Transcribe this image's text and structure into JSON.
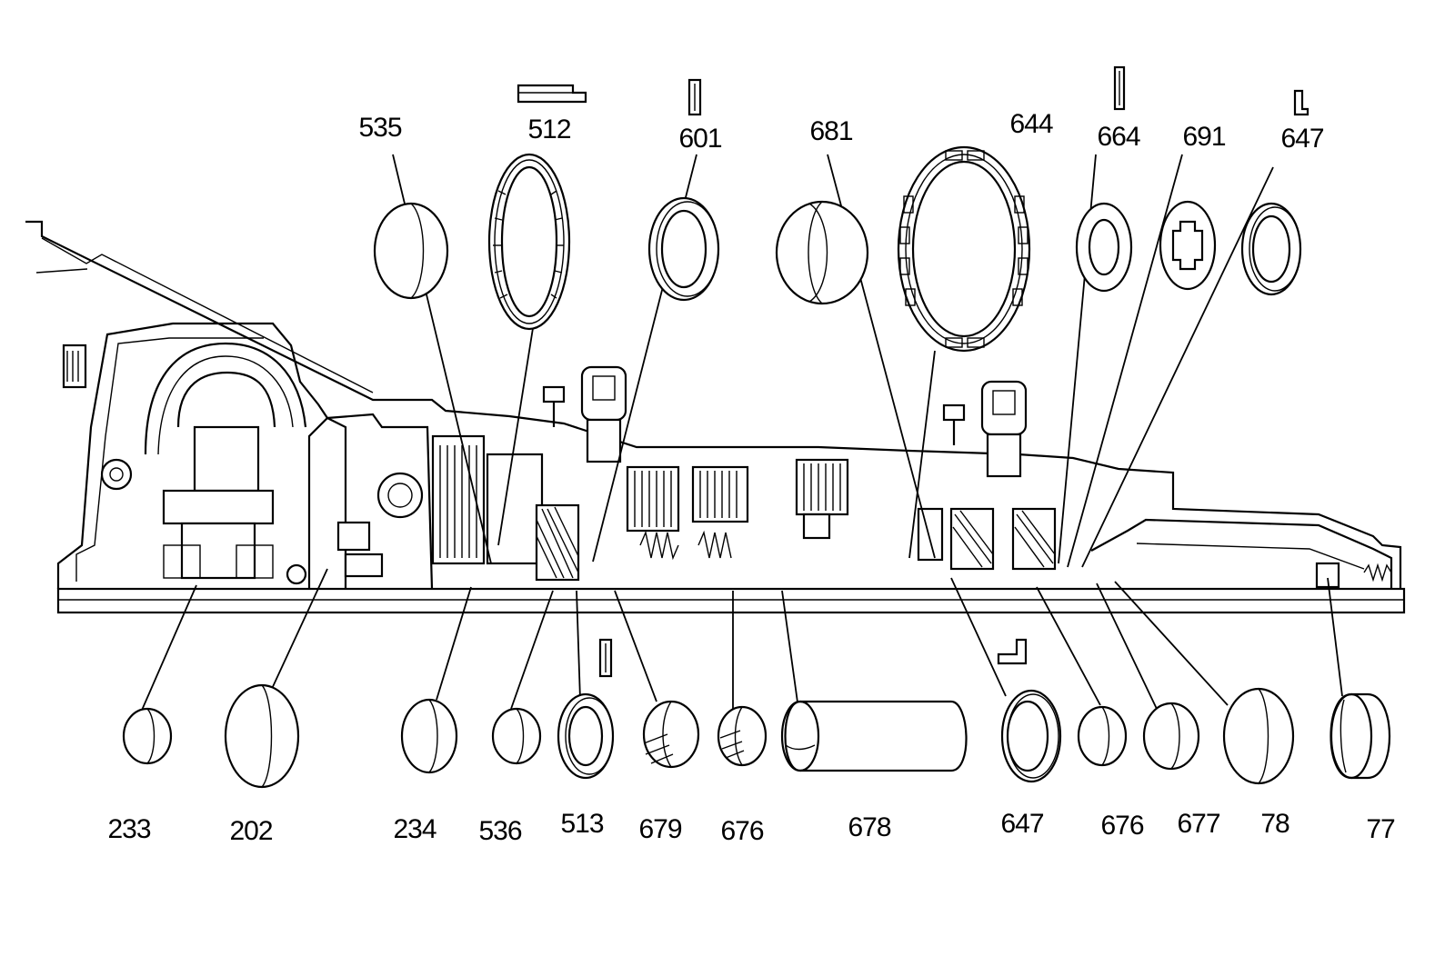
{
  "diagram": {
    "labels_top": [
      {
        "id": "535",
        "text": "535"
      },
      {
        "id": "512",
        "text": "512"
      },
      {
        "id": "601",
        "text": "601"
      },
      {
        "id": "681",
        "text": "681"
      },
      {
        "id": "644",
        "text": "644"
      },
      {
        "id": "664",
        "text": "664"
      },
      {
        "id": "691",
        "text": "691"
      },
      {
        "id": "647a",
        "text": "647"
      }
    ],
    "labels_bottom": [
      {
        "id": "233",
        "text": "233"
      },
      {
        "id": "202",
        "text": "202"
      },
      {
        "id": "234",
        "text": "234"
      },
      {
        "id": "536",
        "text": "536"
      },
      {
        "id": "513",
        "text": "513"
      },
      {
        "id": "679",
        "text": "679"
      },
      {
        "id": "676a",
        "text": "676"
      },
      {
        "id": "678",
        "text": "678"
      },
      {
        "id": "647b",
        "text": "647"
      },
      {
        "id": "676b",
        "text": "676"
      },
      {
        "id": "677",
        "text": "677"
      },
      {
        "id": "78",
        "text": "78"
      },
      {
        "id": "77",
        "text": "77"
      }
    ]
  },
  "colors": {
    "ink": "#000000",
    "paper": "#ffffff"
  },
  "icons": [
    "bushing-icon",
    "bearing-icon",
    "sprag-icon",
    "thrust-washer-icon",
    "retainer-clip-icon",
    "transmission-cross-section-icon"
  ]
}
